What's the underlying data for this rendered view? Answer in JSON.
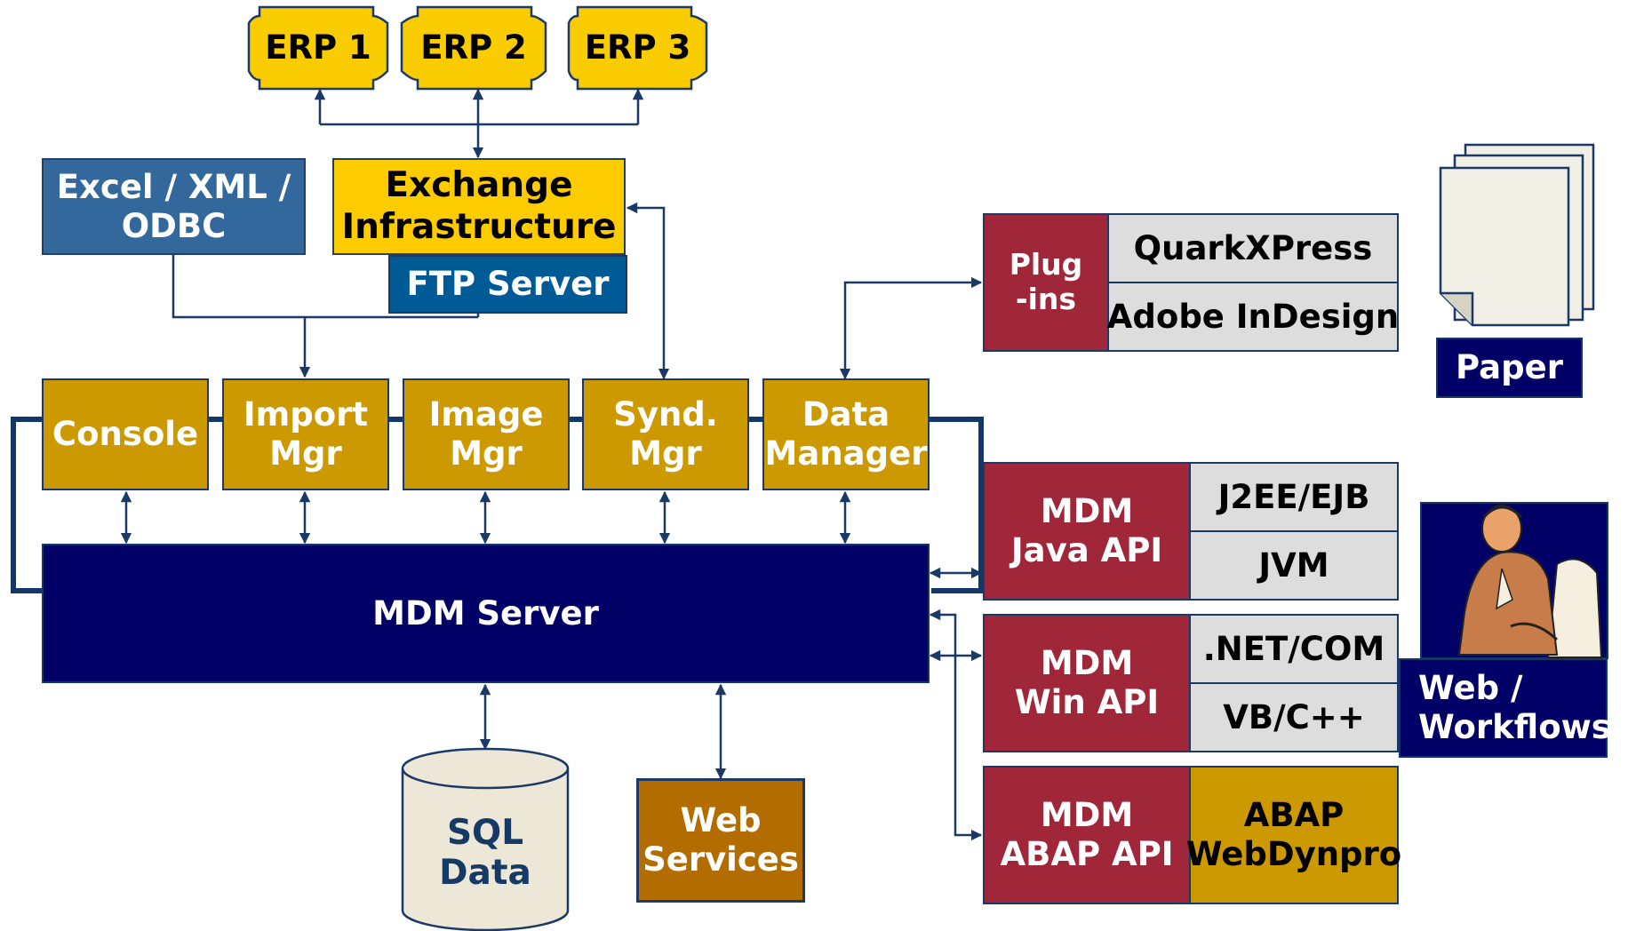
{
  "erp": [
    "ERP 1",
    "ERP 2",
    "ERP 3"
  ],
  "excel_xml_odbc": "Excel / XML /\nODBC",
  "exchange_infrastructure": "Exchange\nInfrastructure",
  "ftp_server": "FTP Server",
  "tools": {
    "console": "Console",
    "import_mgr": "Import\nMgr",
    "image_mgr": "Image\nMgr",
    "synd_mgr": "Synd.\nMgr",
    "data_manager": "Data\nManager"
  },
  "mdm_server": "MDM Server",
  "sql_data": "SQL\nData",
  "web_services": "Web\nServices",
  "plugins": {
    "label": "Plug\n-ins",
    "items": [
      "QuarkXPress",
      "Adobe InDesign"
    ]
  },
  "paper": "Paper",
  "java_api": {
    "label": "MDM\nJava API",
    "items": [
      "J2EE/EJB",
      "JVM"
    ]
  },
  "win_api": {
    "label": "MDM\nWin API",
    "items": [
      ".NET/COM",
      "VB/C++"
    ]
  },
  "abap_api": {
    "label": "MDM\nABAP API",
    "item": "ABAP\nWebDynpro"
  },
  "web_workflows": "Web /\nWorkflows",
  "colors": {
    "erp_yellow": "#f9cc00",
    "tool_gold": "#cc9a00",
    "server_navy": "#000066",
    "api_red": "#a0263a",
    "connector_blue": "#1a3966"
  }
}
